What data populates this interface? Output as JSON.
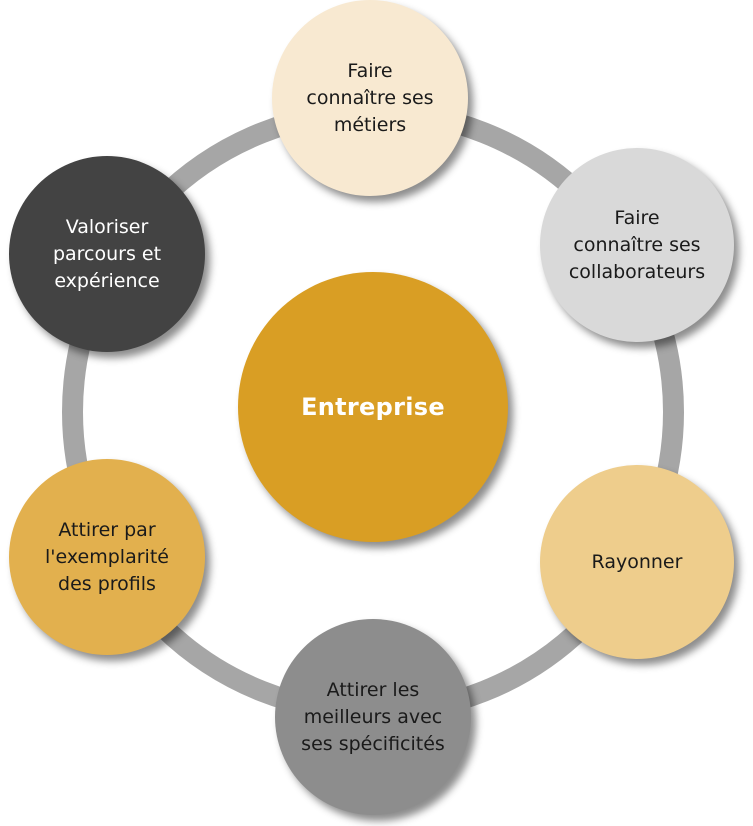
{
  "diagram": {
    "type": "radial-cycle",
    "ring_color": "#a6a6a6",
    "center": {
      "label": "Entreprise",
      "fill": "#d99e24",
      "text_color": "#ffffff"
    },
    "nodes": [
      {
        "id": "top",
        "label": "Faire\nconnaître ses\nmétiers",
        "fill": "#f8e9d1",
        "text_color": "#1a1a1a"
      },
      {
        "id": "upper-right",
        "label": "Faire\nconnaître ses\ncollaborateurs",
        "fill": "#d9d9d9",
        "text_color": "#1a1a1a"
      },
      {
        "id": "lower-right",
        "label": "Rayonner",
        "fill": "#eecd8c",
        "text_color": "#1a1a1a"
      },
      {
        "id": "bottom",
        "label": "Attirer les\nmeilleurs avec\nses spécificités",
        "fill": "#8d8d8d",
        "text_color": "#1a1a1a"
      },
      {
        "id": "lower-left",
        "label": "Attirer par\nl'exemplarité\ndes profils",
        "fill": "#e2b04e",
        "text_color": "#1a1a1a"
      },
      {
        "id": "upper-left",
        "label": "Valoriser\nparcours et\nexpérience",
        "fill": "#434343",
        "text_color": "#ffffff"
      }
    ]
  }
}
